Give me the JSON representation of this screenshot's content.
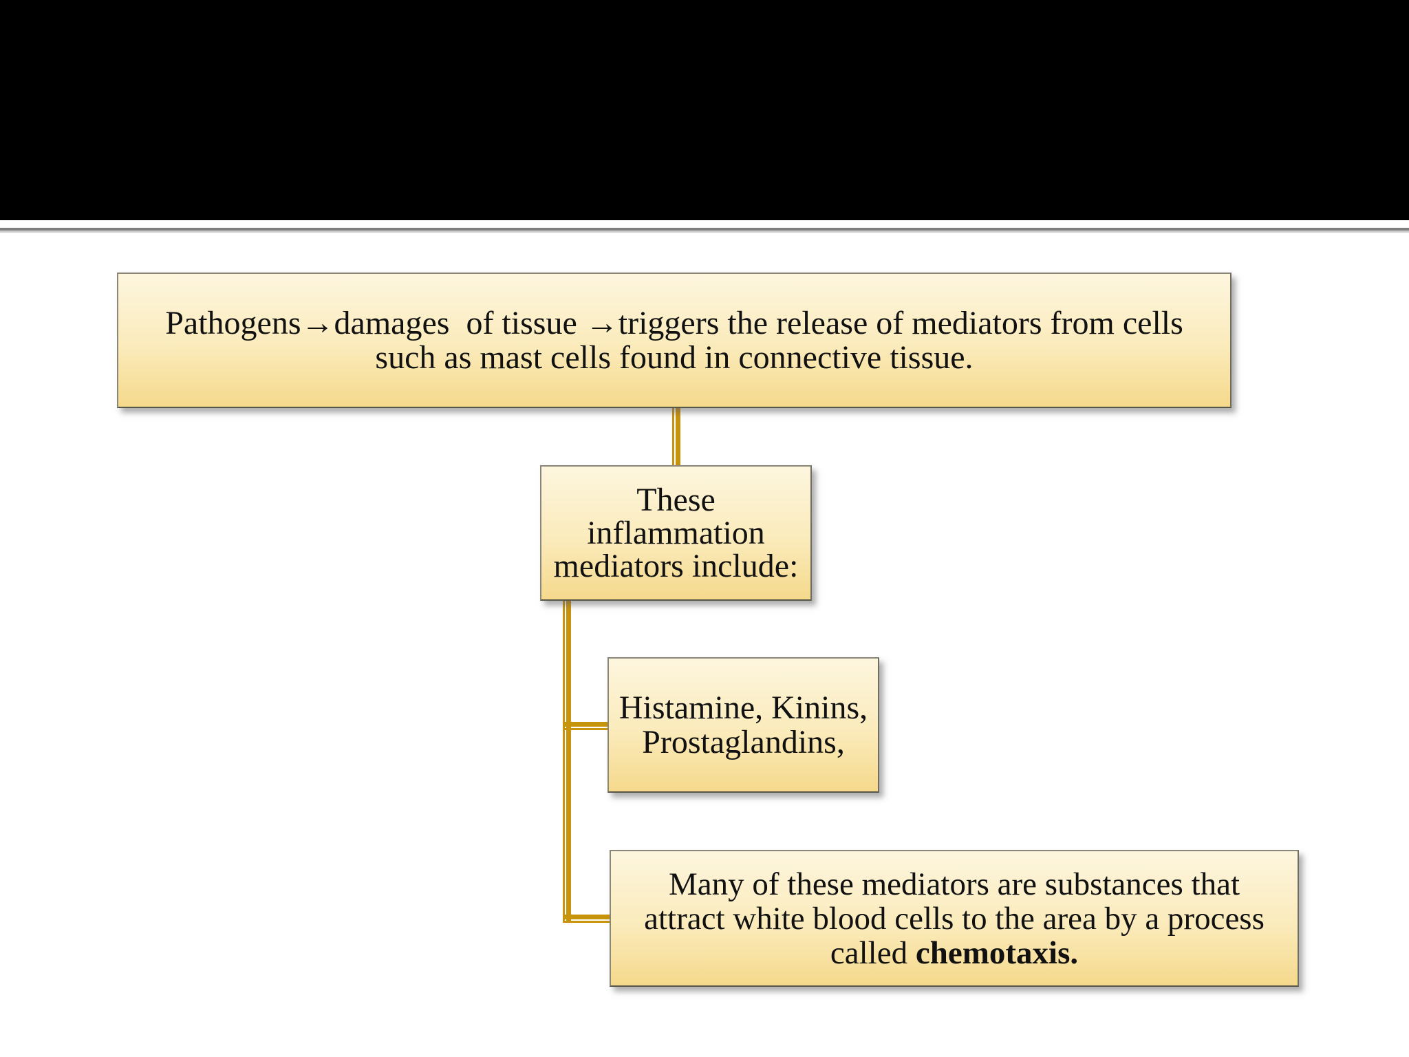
{
  "slide": {
    "title_band_text": "",
    "colors": {
      "title_band": "#000000",
      "slide_background": "#FFFFFF",
      "divider_gray": "#7E7E7E",
      "box_fill_top": "#FDF6DF",
      "box_fill_bottom": "#F5D98C",
      "box_border": "#8A8778",
      "connector_gold": "#C8940E",
      "text": "#111111"
    },
    "flowchart": {
      "box_pathogens": {
        "lines": [
          "Pathogens→damages  of tissue →triggers the release of mediators from cells",
          "such as mast cells found in connective tissue."
        ]
      },
      "box_include": {
        "lines": [
          "These",
          "inflammation",
          "mediators include:"
        ]
      },
      "box_histamine": {
        "lines": [
          "Histamine, Kinins,",
          "Prostaglandins,"
        ]
      },
      "box_chemotaxis": {
        "lines": [
          "Many of these mediators are substances that",
          "attract white blood cells to the area by a process"
        ],
        "last_line_prefix": "called ",
        "last_line_bold": "chemotaxis."
      }
    }
  }
}
